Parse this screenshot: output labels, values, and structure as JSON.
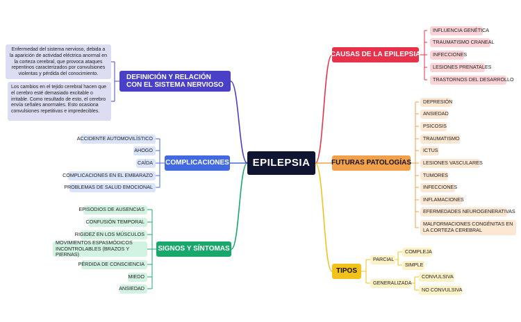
{
  "root": {
    "title": "EPILEPSIA"
  },
  "colors": {
    "root": "#0f1530",
    "causas": "#e8314a",
    "futuras": "#f2a04a",
    "tipos": "#f2c21a",
    "signos": "#18a86b",
    "complicaciones": "#4169e1",
    "definicion": "#4a40c8"
  },
  "causas": {
    "title": "CAUSAS DE LA EPILEPSIA",
    "items": [
      "INFLUENCIA GENÉTICA",
      "TRAUMATISMO CRANEAL",
      "INFECCIONES",
      "LESIONES PRENATALES",
      "TRASTORNOS DEL DESARROLLO"
    ]
  },
  "futuras": {
    "title": "FUTURAS PATOLOGÍAS",
    "items": [
      "DEPRESIÓN",
      "ANSIEDAD",
      "PSICOSIS",
      "TRAUMATISMO",
      "ICTUS",
      "LESIONES VASCULARES",
      "TUMORES",
      "INFECCIONES",
      "INFLAMACIONES",
      "EFERMEDADES NEUROGENERATIVAS",
      "MALFORMACIONES CONGÉNITAS EN LA CORTEZA CEREBRAL"
    ]
  },
  "tipos": {
    "title": "TIPOS",
    "parcial": {
      "label": "PARCIAL",
      "items": [
        "COMPLEJA",
        "SIMPLE"
      ]
    },
    "generalizada": {
      "label": "GENERALIZADA",
      "items": [
        "CONVULSIVA",
        "NO CONVULSIVA"
      ]
    }
  },
  "signos": {
    "title": "SIGNOS Y SÍNTOMAS",
    "items": [
      "EPISODIOS DE AUSENCIAS",
      "CONFUSIÓN TEMPORAL",
      "RIGIDEZ EN LOS MÚSCULOS",
      "MOVIMIENTOS ESPASMÓDICOS INCONTROLABLES (BRAZOS Y PIERNAS)",
      "PÉRDIDA DE CONSCIENCIA",
      "MIEDO",
      "ANSIEDAD"
    ]
  },
  "complicaciones": {
    "title": "COMPLICACIONES",
    "items": [
      "ACCIDENTE AUTOMOVILÍSTICO",
      "AHOGO",
      "CAÍDA",
      "COMPLICACIONES EN EL EMBARAZO",
      "PROBLEMAS DE SALUD EMOCIONAL"
    ]
  },
  "definicion": {
    "title": "DEFINICIÓN Y RELACIÓN CON EL SISTEMA NERVIOSO",
    "desc1": "Enfermedad del sistema nervioso, debida a la aparición de actividad eléctrica anormal en la corteza cerebral, que provoca ataques repentinos caracterizados por convulsiones violentas y pérdida del conocimiento.",
    "desc2": "Los cambios en el tejido cerebral hacen que el cerebro esté demasiado excitable o irritable. Como resultado de esto, el cerebro envía señales anormales. Esto ocasiona convulsiones repetitivas e impredecibles."
  }
}
